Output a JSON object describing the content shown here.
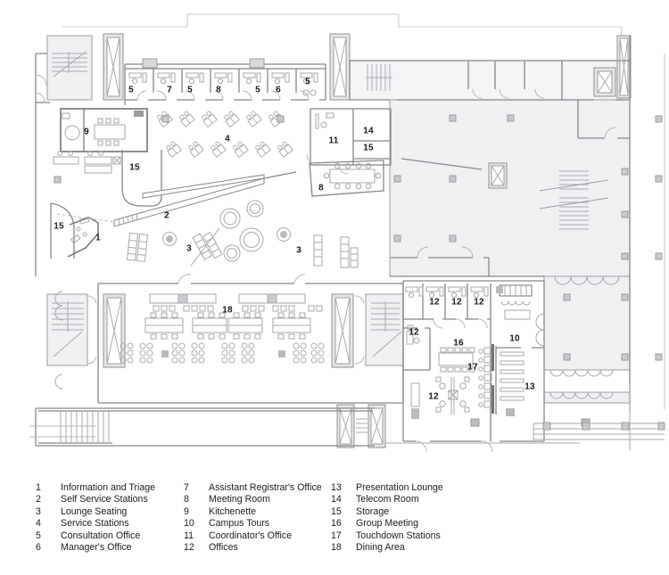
{
  "plan": {
    "labels": [
      "5",
      "7",
      "5",
      "8",
      "5",
      "6",
      "5",
      "9",
      "15",
      "4",
      "11",
      "14",
      "15",
      "8",
      "2",
      "15",
      "1",
      "3",
      "3",
      "18",
      "12",
      "12",
      "12",
      "12",
      "16",
      "10",
      "17",
      "13",
      "12"
    ]
  },
  "legend": {
    "items": [
      {
        "num": "1",
        "label": "Information and Triage"
      },
      {
        "num": "2",
        "label": "Self Service Stations"
      },
      {
        "num": "3",
        "label": "Lounge Seating"
      },
      {
        "num": "4",
        "label": "Service Stations"
      },
      {
        "num": "5",
        "label": "Consultation Office"
      },
      {
        "num": "6",
        "label": "Manager's Office"
      },
      {
        "num": "7",
        "label": "Assistant Registrar's Office"
      },
      {
        "num": "8",
        "label": "Meeting Room"
      },
      {
        "num": "9",
        "label": "Kitchenette"
      },
      {
        "num": "10",
        "label": "Campus Tours"
      },
      {
        "num": "11",
        "label": "Coordinator's Office"
      },
      {
        "num": "12",
        "label": "Offices"
      },
      {
        "num": "13",
        "label": "Presentation Lounge"
      },
      {
        "num": "14",
        "label": "Telecom Room"
      },
      {
        "num": "15",
        "label": "Storage"
      },
      {
        "num": "16",
        "label": "Group Meeting"
      },
      {
        "num": "17",
        "label": "Touchdown Stations"
      },
      {
        "num": "18",
        "label": "Dining Area"
      }
    ]
  }
}
